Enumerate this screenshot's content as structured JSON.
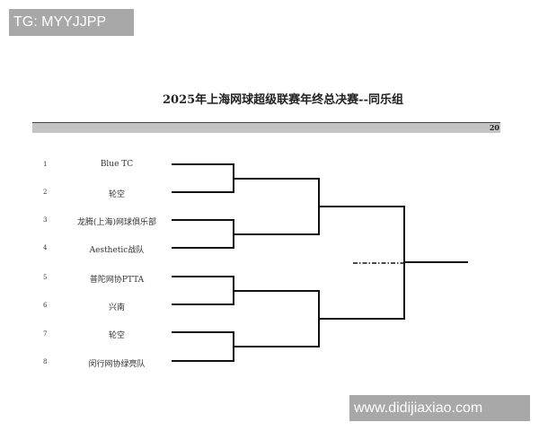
{
  "watermarks": {
    "top_left": "TG: MYYJJPP",
    "bottom_right": "www.didijiaxiao.com"
  },
  "header": {
    "title": "2025年上海网球超级联赛年终总决赛--同乐组",
    "bar_number": "20"
  },
  "teams": [
    {
      "seed": "1",
      "name": "Blue TC"
    },
    {
      "seed": "2",
      "name": "轮空"
    },
    {
      "seed": "3",
      "name": "龙腾(上海)网球俱乐部"
    },
    {
      "seed": "4",
      "name": "Aesthetic战队"
    },
    {
      "seed": "5",
      "name": "普陀网协PTTA"
    },
    {
      "seed": "6",
      "name": "兴南"
    },
    {
      "seed": "7",
      "name": "轮空"
    },
    {
      "seed": "8",
      "name": "闵行网协绿亮队"
    }
  ],
  "colors": {
    "line": "#111111",
    "bar": "#c4c4c4",
    "watermark_bg": "#a8a8a8"
  }
}
